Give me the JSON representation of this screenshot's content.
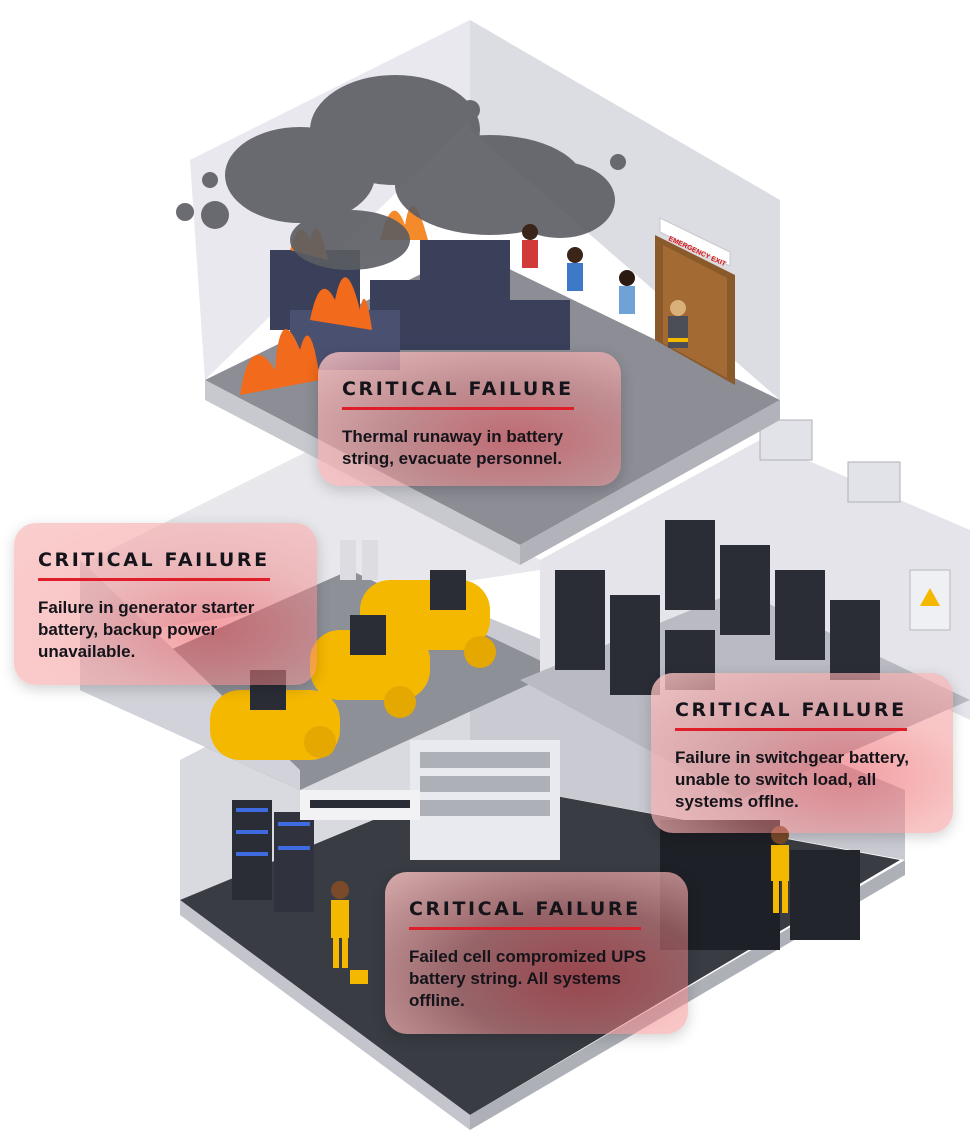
{
  "illustration": {
    "exit_sign": "EMERGENCY EXIT"
  },
  "callouts": [
    {
      "id": "battery-room",
      "title": "CRITICAL FAILURE",
      "body": "Thermal runaway in battery string, evacuate personnel."
    },
    {
      "id": "generator",
      "title": "CRITICAL FAILURE",
      "body": "Failure in generator starter battery, backup power unavailable."
    },
    {
      "id": "switchgear",
      "title": "CRITICAL FAILURE",
      "body": "Failure in switchgear battery, unable to switch load, all systems offlne."
    },
    {
      "id": "ups",
      "title": "CRITICAL FAILURE",
      "body": "Failed cell compromized UPS battery string. All systems offline."
    }
  ],
  "colors": {
    "alert_red": "#e01e2a",
    "fire_orange": "#f26a1b",
    "generator_yellow": "#f5b800",
    "rack_dark": "#2a2d36",
    "wall_light": "#e6e6ec",
    "floor_grey": "#9a9ba3",
    "smoke": "#5c5d63"
  }
}
